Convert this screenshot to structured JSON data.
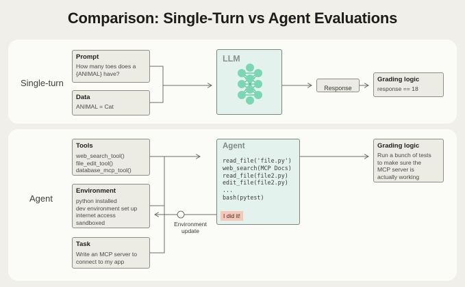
{
  "title": "Comparison: Single-Turn vs Agent Evaluations",
  "single_turn": {
    "label": "Single-turn",
    "prompt": {
      "title": "Prompt",
      "text": "How many toes does a\n{ANIMAL} have?"
    },
    "data": {
      "title": "Data",
      "text": "ANIMAL = Cat"
    },
    "llm_label": "LLM",
    "response_label": "Response",
    "grading": {
      "title": "Grading logic",
      "text": "response == 18"
    }
  },
  "agent": {
    "label": "Agent",
    "tools": {
      "title": "Tools",
      "text": "web_search_tool()\nfile_edit_tool()\ndatabase_mcp_tool()"
    },
    "environment": {
      "title": "Environment",
      "text": "python installed\ndev environment set up\ninternet access\nsandboxed"
    },
    "task": {
      "title": "Task",
      "text": "Write an MCP server to\nconnect to my app"
    },
    "agent_label": "Agent",
    "agent_steps": "read_file('file.py')\nweb_search(MCP Docs)\nread_file(file2.py)\nedit_file(file2.py)\n...\nbash(pytest)",
    "agent_done": "I did it!",
    "env_update_label": "Environment\nupdate",
    "grading": {
      "title": "Grading logic",
      "text": "Run a bunch of tests\nto make sure the\nMCP server is\nactually working"
    }
  }
}
